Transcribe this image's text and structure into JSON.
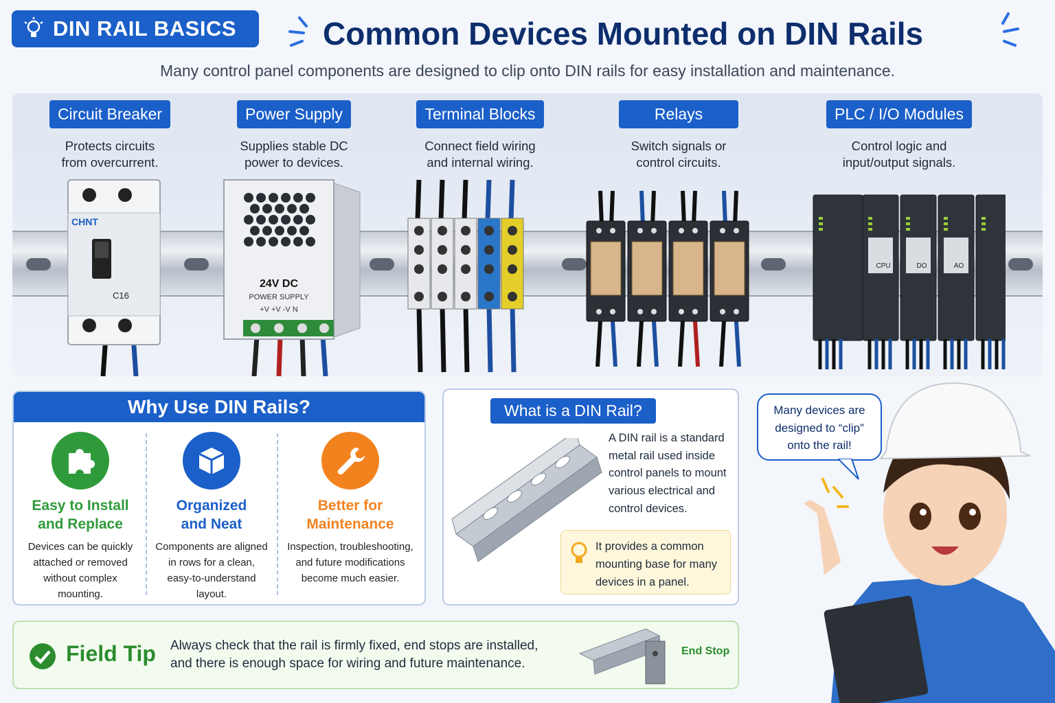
{
  "header": {
    "badge": "DIN RAIL BASICS",
    "title": "Common Devices Mounted on DIN Rails",
    "subtitle": "Many control panel components are designed to clip onto DIN rails for easy installation and maintenance."
  },
  "devices": [
    {
      "label": "Circuit Breaker",
      "desc1": "Protects circuits",
      "desc2": "from overcurrent."
    },
    {
      "label": "Power Supply",
      "desc1": "Supplies stable DC",
      "desc2": "power to devices."
    },
    {
      "label": "Terminal Blocks",
      "desc1": "Connect field wiring",
      "desc2": "and internal wiring."
    },
    {
      "label": "Relays",
      "desc1": "Switch signals or",
      "desc2": "control circuits."
    },
    {
      "label": "PLC / I/O Modules",
      "desc1": "Control logic and",
      "desc2": "input/output signals."
    }
  ],
  "device_marks": {
    "breaker_brand": "CHNT",
    "breaker_rating": "C16",
    "psu_voltage": "24V DC",
    "psu_text": "POWER SUPPLY",
    "psu_terminals": "+V  +V  -V  N",
    "plc_modules": [
      "CPU",
      "DO",
      "AO"
    ]
  },
  "why": {
    "heading": "Why Use DIN Rails?",
    "items": [
      {
        "title1": "Easy to Install",
        "title2": "and Replace",
        "color": "#2f9a3a",
        "text": [
          "Devices can be quickly",
          "attached or removed",
          "without complex",
          "mounting."
        ]
      },
      {
        "title1": "Organized",
        "title2": "and Neat",
        "color": "#1b5fc9",
        "text": [
          "Components are aligned",
          "in rows for a clean,",
          "easy-to-understand",
          "layout."
        ]
      },
      {
        "title1": "Better for",
        "title2": "Maintenance",
        "color": "#f2821e",
        "text": [
          "Inspection, troubleshooting,",
          "and future modifications",
          "become much easier."
        ]
      }
    ]
  },
  "what": {
    "heading": "What is a DIN Rail?",
    "lines": [
      "A DIN rail is a standard",
      "metal rail used inside",
      "control panels to mount",
      "various electrical and",
      "control devices."
    ],
    "note": [
      "It provides a common",
      "mounting base for many",
      "devices in a panel."
    ]
  },
  "tip": {
    "title": "Field Tip",
    "line1": "Always check that the rail is firmly fixed, end stops are installed,",
    "line2": "and there is enough space for wiring and future maintenance.",
    "end_stop": "End Stop"
  },
  "bubble": {
    "line1": "Many devices are",
    "line2": "designed to “clip”",
    "line3": "onto the rail!"
  }
}
